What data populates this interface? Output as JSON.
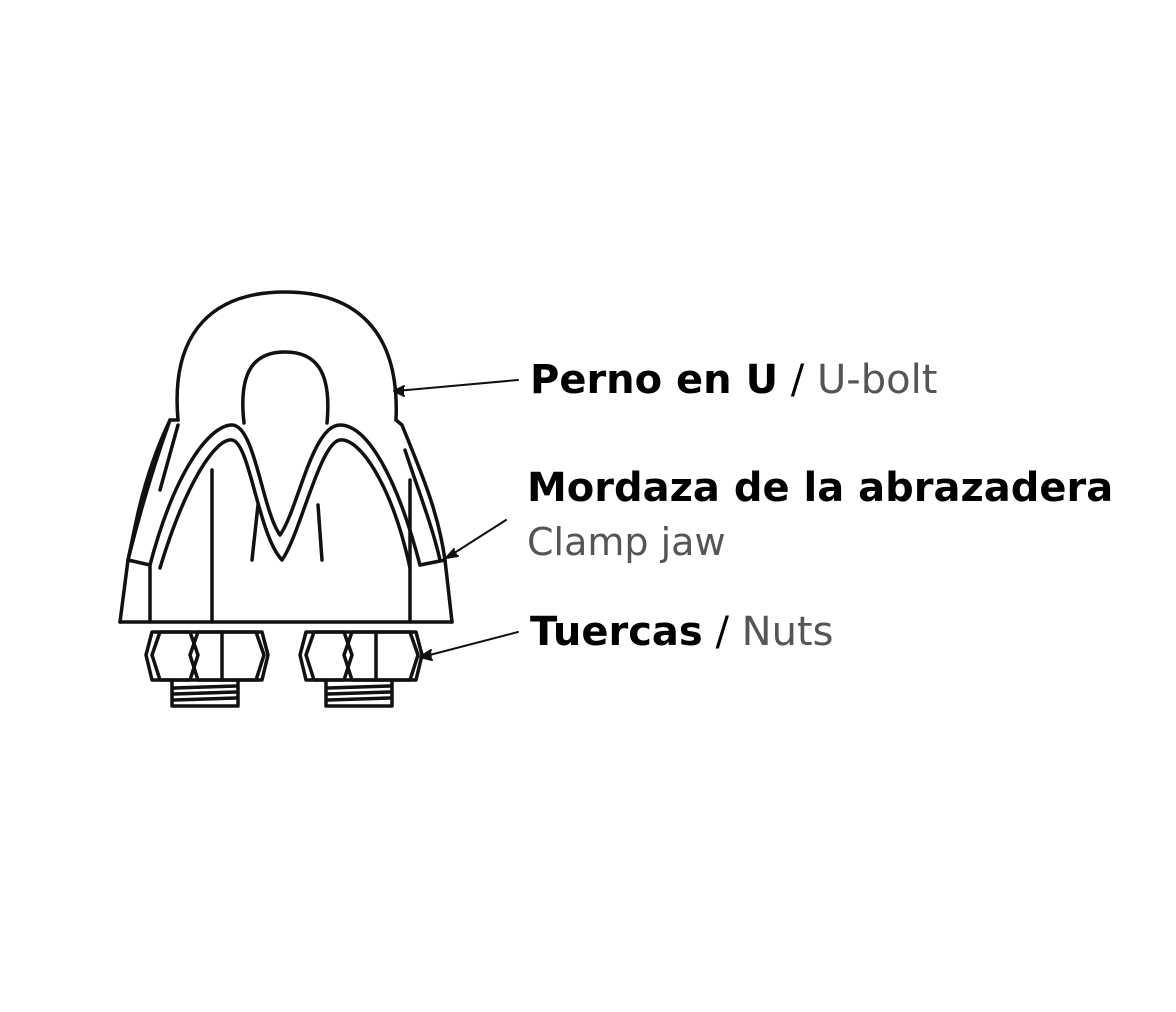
{
  "labels": {
    "ubolt": {
      "es": "Perno en U",
      "sep": "/",
      "en": "U-bolt"
    },
    "jaw": {
      "es": "Mordaza de la abrazadera",
      "en": "Clamp jaw"
    },
    "nuts": {
      "es": "Tuercas",
      "sep": "/",
      "en": "Nuts"
    }
  }
}
